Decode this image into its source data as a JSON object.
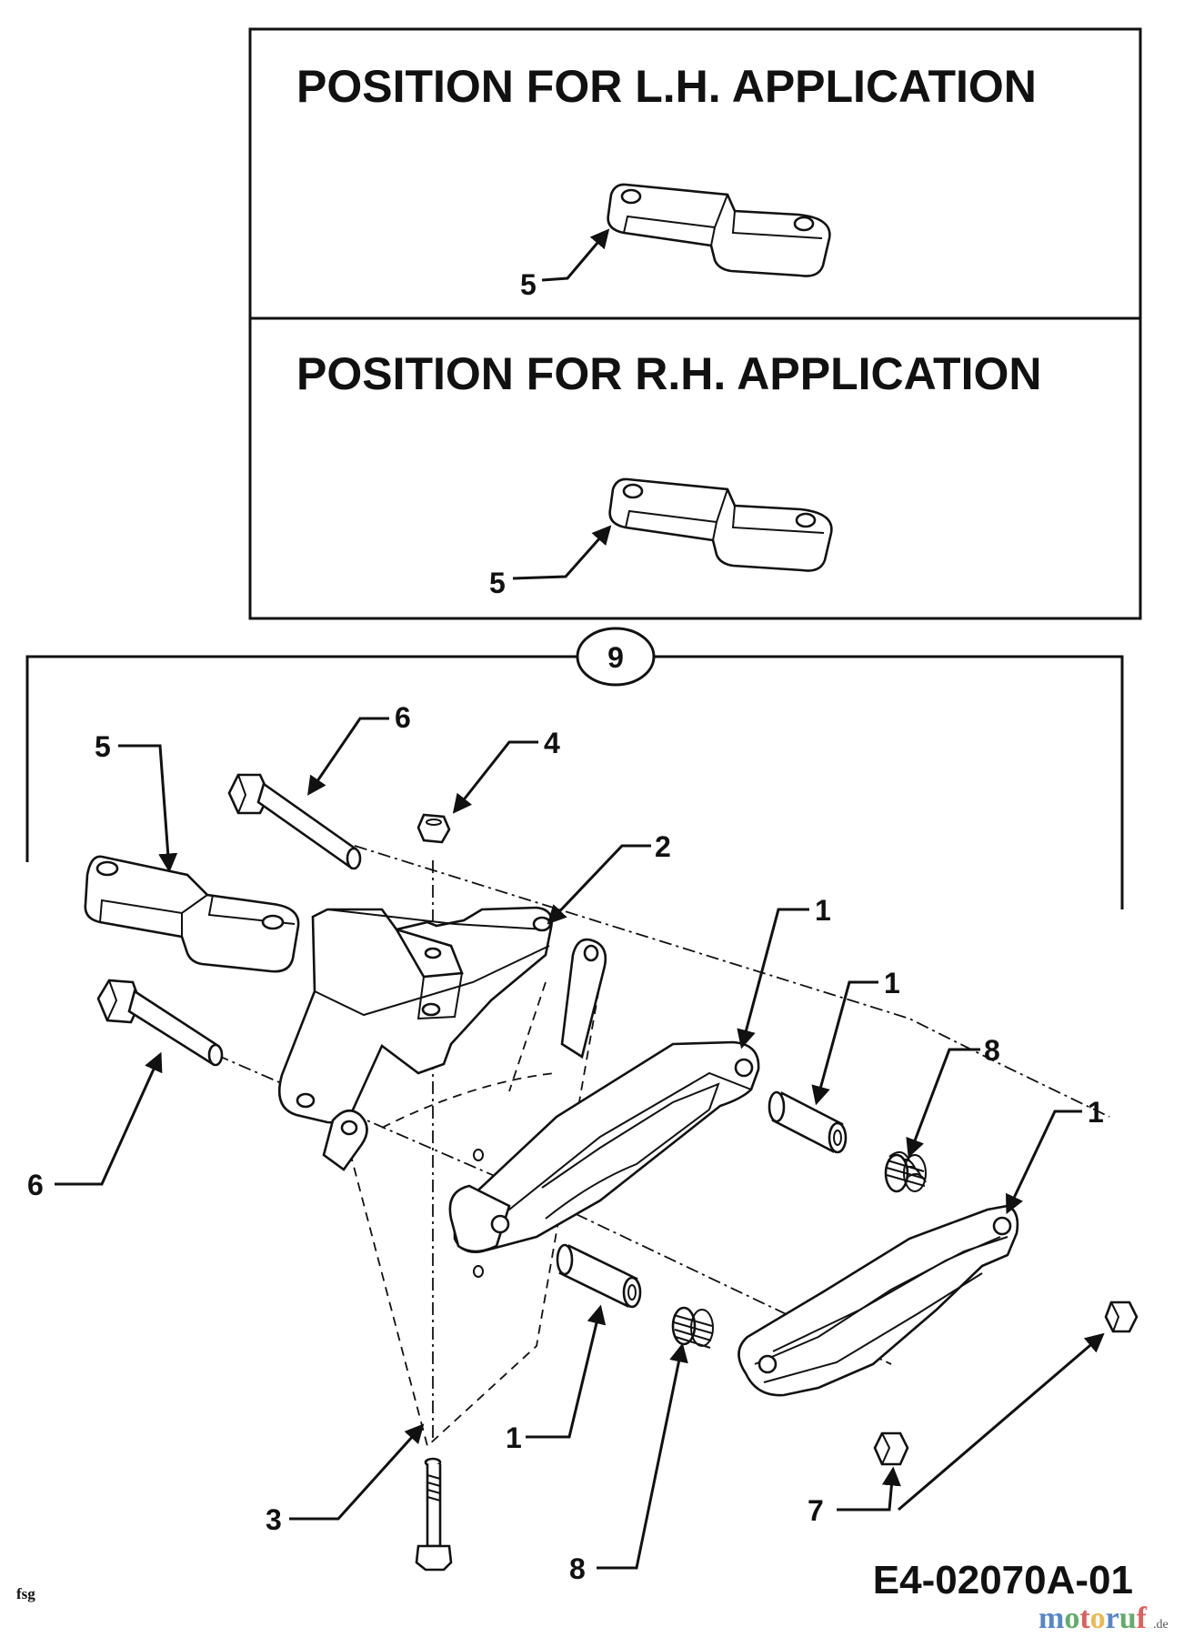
{
  "panels": {
    "lh_title": "POSITION FOR L.H. APPLICATION",
    "rh_title": "POSITION FOR R.H. APPLICATION",
    "lh_callout": "5",
    "rh_callout": "5"
  },
  "assembly": {
    "group_label": "9",
    "callouts": {
      "p5": "5",
      "p6_top": "6",
      "p4": "4",
      "p2": "2",
      "p1_a": "1",
      "p1_b": "1",
      "p8_top": "8",
      "p1_c": "1",
      "p6_left": "6",
      "p1_d": "1",
      "p8_bottom": "8",
      "p3": "3",
      "p7": "7"
    }
  },
  "footer": {
    "left_mark": "fsg",
    "drawing_code": "E4-02070A-01",
    "watermark": "motoruf",
    "watermark_suffix": ".de",
    "watermark_colors": [
      "#1f5fb4",
      "#2f8f3a",
      "#d32a2a",
      "#e6a21a"
    ]
  }
}
